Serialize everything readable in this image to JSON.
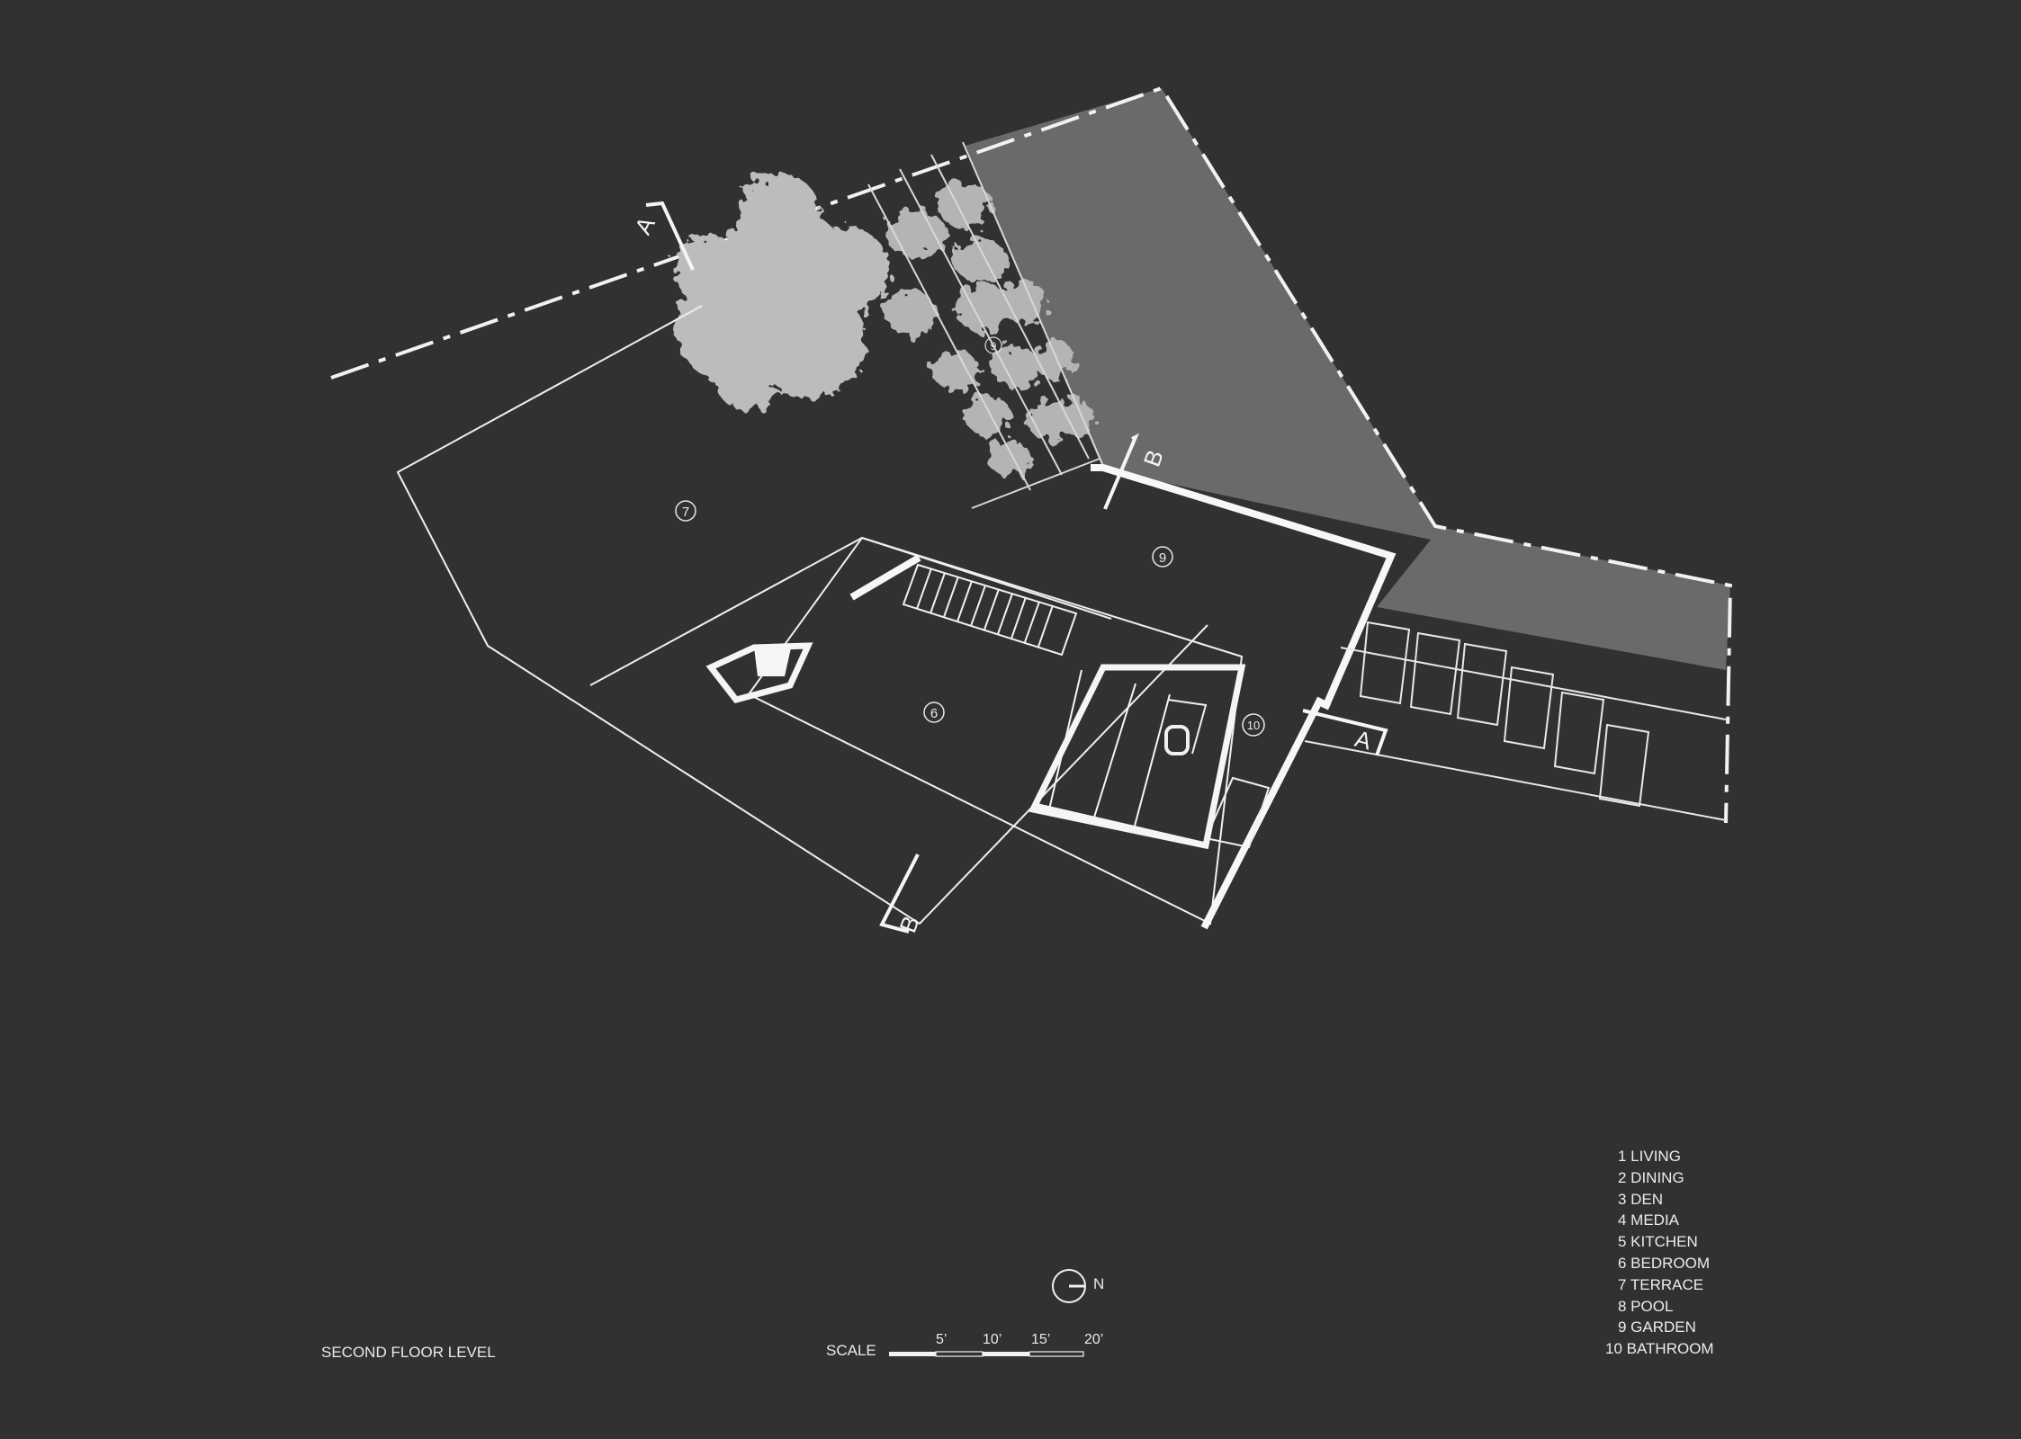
{
  "sheet_title": "SECOND FLOOR LEVEL",
  "legend": [
    "1 LIVING",
    "2 DINING",
    "3 DEN",
    "4 MEDIA",
    "5 KITCHEN",
    "6 BEDROOM",
    "7 TERRACE",
    "8 POOL",
    "9 GARDEN",
    "10 BATHROOM"
  ],
  "scale": {
    "label": "SCALE",
    "ticks": [
      "5’",
      "10’",
      "15’",
      "20’"
    ]
  },
  "north": {
    "label": "N",
    "icon": "north-arrow-icon"
  },
  "section_markers": [
    "A",
    "A",
    "B",
    "B"
  ],
  "room_numbers": [
    "7",
    "9",
    "6",
    "10",
    "9"
  ],
  "colors": {
    "background": "#313131",
    "linework": "#f2f2f2",
    "site_fill": "#6a6a6a",
    "tree": "#bdbdbd"
  }
}
